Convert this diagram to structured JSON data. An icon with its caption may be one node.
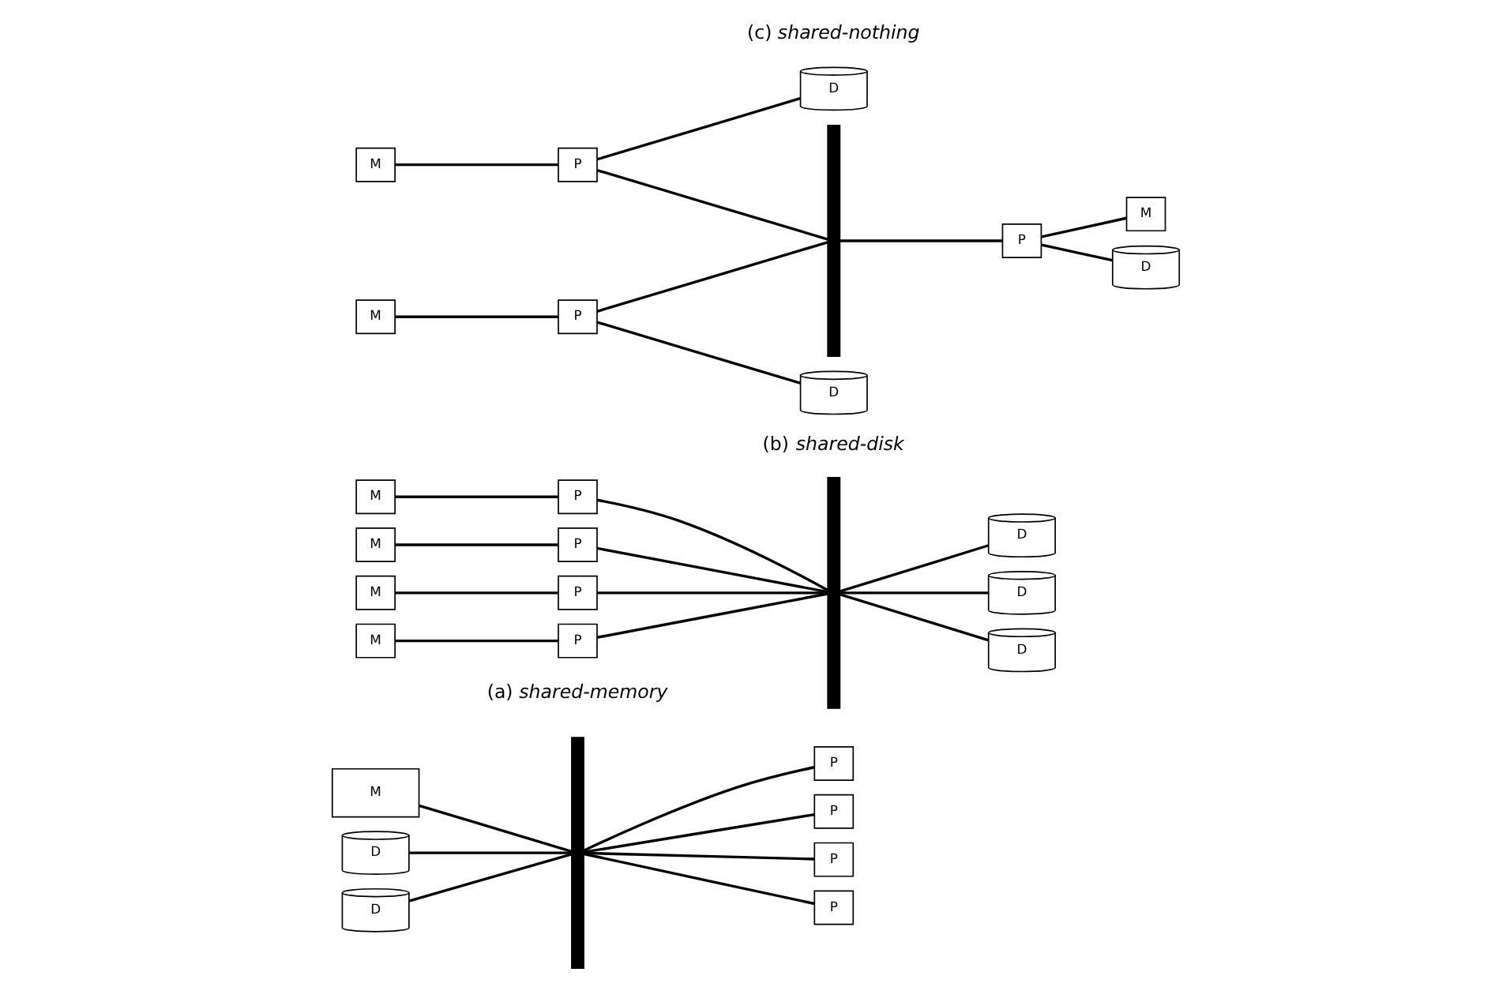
{
  "diagram": {
    "nodes": [
      {
        "text": [
          "M"
        ]
      },
      {
        "text": [
          "D"
        ]
      },
      {
        "text": [
          "D"
        ]
      },
      {
        "text": [],
        "shape": "bar"
      },
      {
        "text": [
          "P"
        ]
      },
      {
        "text": [
          "P"
        ]
      },
      {
        "text": [
          "P"
        ]
      },
      {
        "text": [
          "P"
        ]
      },
      {
        "text": [
          "M"
        ]
      },
      {
        "text": [
          "M"
        ]
      },
      {
        "text": [
          "M"
        ]
      },
      {
        "text": [
          "M"
        ]
      },
      {
        "text": [
          "P"
        ]
      },
      {
        "text": [
          "P"
        ]
      },
      {
        "text": [
          "P"
        ]
      },
      {
        "text": [
          "P"
        ]
      },
      {
        "text": [],
        "shape": "bar"
      },
      {
        "text": [
          "D"
        ]
      },
      {
        "text": [
          "D"
        ]
      },
      {
        "text": [
          "D"
        ]
      },
      {
        "text": [
          "M"
        ]
      },
      {
        "text": [
          "P"
        ]
      },
      {
        "text": [
          "D"
        ]
      },
      {
        "text": [
          "M"
        ]
      },
      {
        "text": [
          "P"
        ]
      },
      {
        "text": [
          "D"
        ]
      },
      {
        "text": [],
        "shape": "bar"
      },
      {
        "text": [
          "P"
        ]
      },
      {
        "text": [
          "M"
        ]
      },
      {
        "text": [
          "D"
        ]
      }
    ],
    "edges": [
      {
        "from": 0,
        "to": 3,
        "arrow": "none"
      },
      {
        "from": 1,
        "to": 3,
        "arrow": "none"
      },
      {
        "from": 2,
        "to": 3,
        "arrow": "none"
      },
      {
        "from": 3,
        "to": 4,
        "arrow": "none"
      },
      {
        "from": 3,
        "to": 5,
        "arrow": "none"
      },
      {
        "from": 3,
        "to": 6,
        "arrow": "none"
      },
      {
        "from": 3,
        "to": 7,
        "arrow": "none"
      },
      {
        "from": 8,
        "to": 12,
        "arrow": "none"
      },
      {
        "from": 9,
        "to": 13,
        "arrow": "none"
      },
      {
        "from": 10,
        "to": 14,
        "arrow": "none"
      },
      {
        "from": 11,
        "to": 15,
        "arrow": "none"
      },
      {
        "from": 12,
        "to": 16,
        "arrow": "none"
      },
      {
        "from": 13,
        "to": 16,
        "arrow": "none"
      },
      {
        "from": 14,
        "to": 16,
        "arrow": "none"
      },
      {
        "from": 15,
        "to": 16,
        "arrow": "none"
      },
      {
        "from": 16,
        "to": 17,
        "arrow": "none"
      },
      {
        "from": 16,
        "to": 18,
        "arrow": "none"
      },
      {
        "from": 16,
        "to": 19,
        "arrow": "none"
      },
      {
        "from": 20,
        "to": 21,
        "arrow": "none"
      },
      {
        "from": 21,
        "to": 22,
        "arrow": "none"
      },
      {
        "from": 21,
        "to": 26,
        "arrow": "none"
      },
      {
        "from": 23,
        "to": 24,
        "arrow": "none"
      },
      {
        "from": 24,
        "to": 25,
        "arrow": "none"
      },
      {
        "from": 24,
        "to": 26,
        "arrow": "none"
      },
      {
        "from": 26,
        "to": 27,
        "arrow": "none"
      },
      {
        "from": 27,
        "to": 28,
        "arrow": "none"
      },
      {
        "from": 27,
        "to": 29,
        "arrow": "none"
      }
    ],
    "labels": [
      "(a) *shared-memory*",
      "(b) *shared-disk*",
      "(c) *shared-nothing*"
    ]
  }
}
